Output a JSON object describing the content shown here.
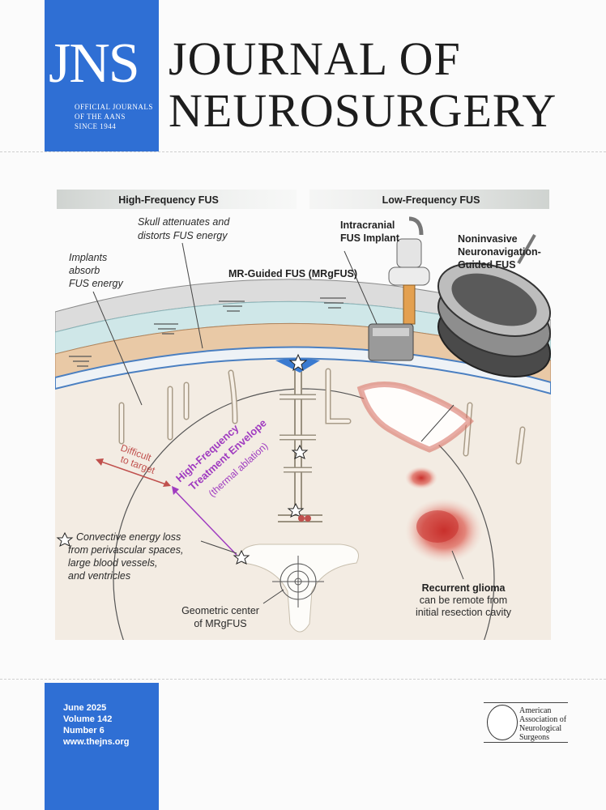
{
  "masthead": {
    "logo": "JNS",
    "logo_sub": [
      "OFFICIAL JOURNALS",
      "OF THE AANS",
      "SINCE 1944"
    ],
    "title_line1": "JOURNAL OF",
    "title_line2": "NEUROSURGERY"
  },
  "figure": {
    "banner_left": "High-Frequency FUS",
    "banner_right": "Low-Frequency FUS",
    "skull_label": [
      "Skull attenuates and",
      "distorts FUS energy"
    ],
    "implants_label": [
      "Implants",
      "absorb",
      "FUS energy"
    ],
    "mrgfus_label": "MR-Guided FUS (MRgFUS)",
    "implant_label": [
      "Intracranial",
      "FUS Implant"
    ],
    "noninvasive_label": [
      "Noninvasive",
      "Neuronavigation-",
      "Guided FUS"
    ],
    "difficult_label": [
      "Difficult",
      "to target"
    ],
    "envelope_label": [
      "High-Frequency",
      "Treatment Envelope"
    ],
    "envelope_sub": "(thermal ablation)",
    "convective_label": [
      "Convective energy loss",
      "from perivascular spaces,",
      "large blood vessels,",
      "and ventricles"
    ],
    "center_label": [
      "Geometric center",
      "of MRgFUS"
    ],
    "glioma_title": "Recurrent glioma",
    "glioma_sub": [
      "can be remote from",
      "initial resection cavity"
    ],
    "colors": {
      "blue": "#2f6fd4",
      "purple": "#a03cc0",
      "red": "#c0504d",
      "bone": "#e9c9a6"
    }
  },
  "issue": {
    "date": "June 2025",
    "volume": "Volume 142",
    "number": "Number 6",
    "url": "www.thejns.org"
  },
  "aans": {
    "lines": [
      "American",
      "Association of",
      "Neurological",
      "Surgeons"
    ]
  }
}
